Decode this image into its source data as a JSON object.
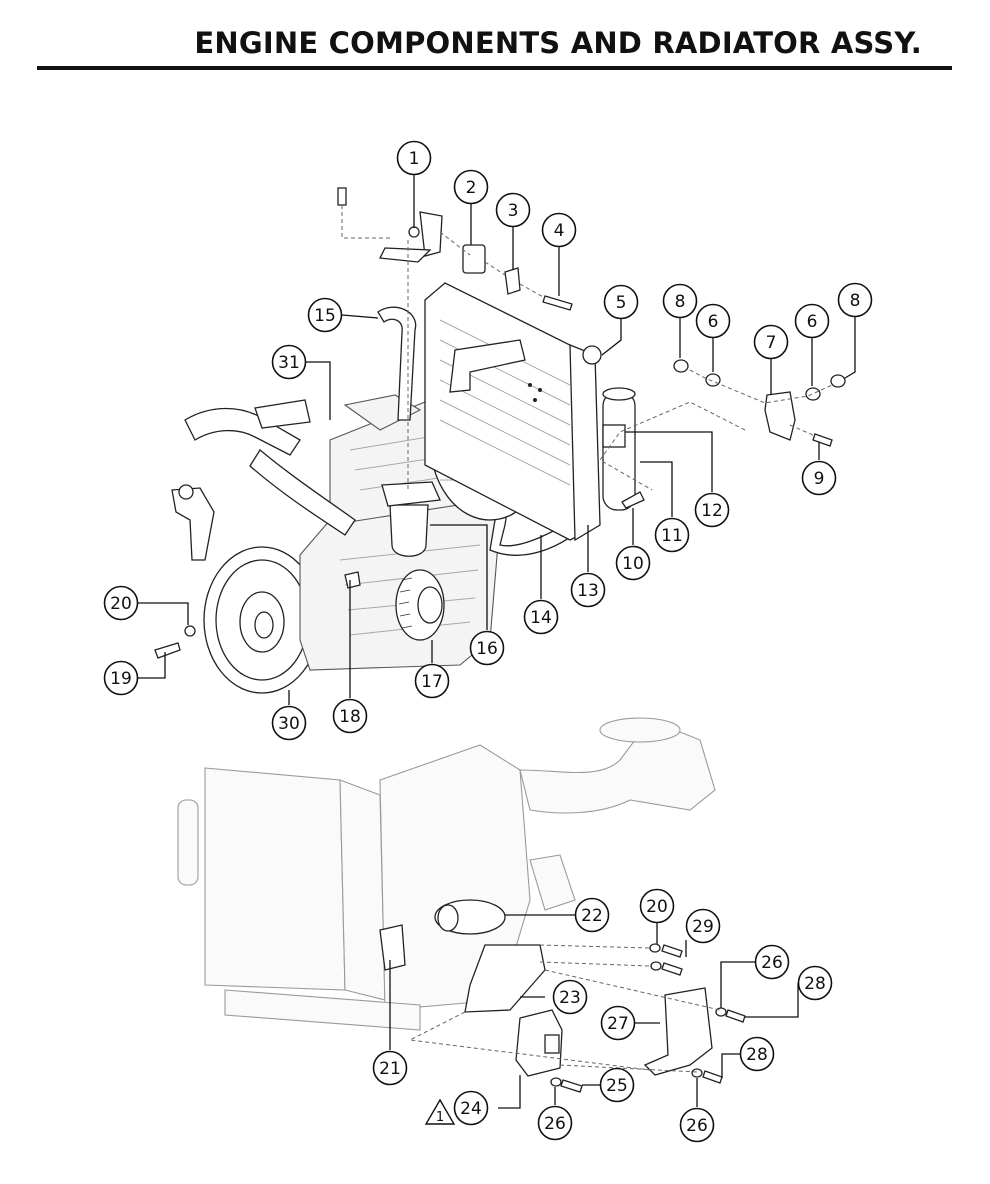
{
  "title": "ENGINE COMPONENTS AND RADIATOR ASSY.",
  "note_symbol": {
    "number": "1"
  },
  "callouts": [
    {
      "label": "1"
    },
    {
      "label": "2"
    },
    {
      "label": "3"
    },
    {
      "label": "4"
    },
    {
      "label": "5"
    },
    {
      "label": "8"
    },
    {
      "label": "6"
    },
    {
      "label": "7"
    },
    {
      "label": "6"
    },
    {
      "label": "8"
    },
    {
      "label": "15"
    },
    {
      "label": "31"
    },
    {
      "label": "9"
    },
    {
      "label": "12"
    },
    {
      "label": "11"
    },
    {
      "label": "10"
    },
    {
      "label": "13"
    },
    {
      "label": "14"
    },
    {
      "label": "16"
    },
    {
      "label": "20"
    },
    {
      "label": "19"
    },
    {
      "label": "17"
    },
    {
      "label": "30"
    },
    {
      "label": "18"
    },
    {
      "label": "22"
    },
    {
      "label": "20"
    },
    {
      "label": "29"
    },
    {
      "label": "26"
    },
    {
      "label": "28"
    },
    {
      "label": "23"
    },
    {
      "label": "27"
    },
    {
      "label": "28"
    },
    {
      "label": "21"
    },
    {
      "label": "25"
    },
    {
      "label": "24"
    },
    {
      "label": "26"
    },
    {
      "label": "26"
    }
  ]
}
